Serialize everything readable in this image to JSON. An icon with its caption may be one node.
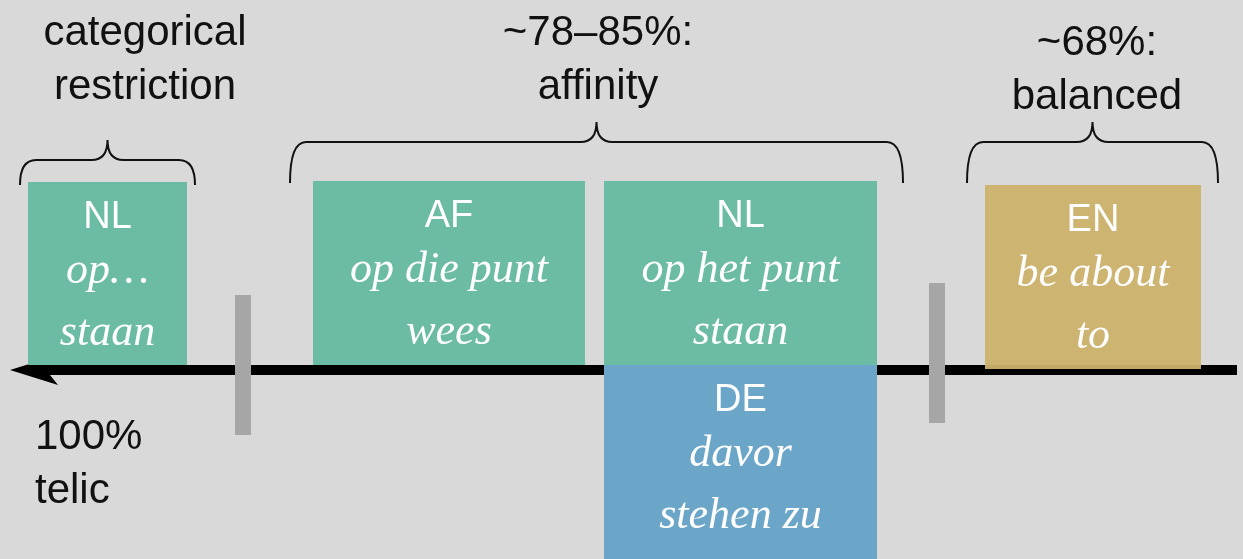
{
  "diagram": {
    "nodes": [
      {
        "text": [
          "NL",
          "op… staan"
        ]
      },
      {
        "text": [],
        "shape": "bar"
      },
      {
        "text": [
          "AF",
          "op die punt wees"
        ]
      },
      {
        "text": [
          "NL",
          "op het punt staan"
        ]
      },
      {
        "text": [
          "DE",
          "davor stehen zu"
        ]
      },
      {
        "text": [],
        "shape": "bar"
      },
      {
        "text": [
          "EN",
          "be about to"
        ]
      }
    ],
    "labels": [
      "categorical restriction",
      "~78–85%: affinity",
      "~68%: balanced",
      "100% telic"
    ]
  }
}
